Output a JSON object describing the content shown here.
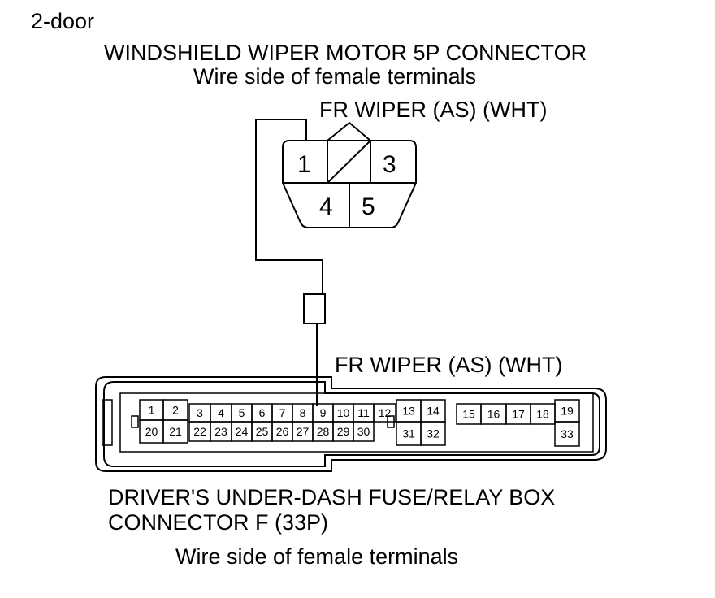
{
  "variant_label": "2-door",
  "motor_connector": {
    "title": "WINDSHIELD WIPER MOTOR 5P CONNECTOR",
    "subtitle": "Wire side of female terminals",
    "wire_label": "FR WIPER (AS) (WHT)",
    "pins": [
      "1",
      "3",
      "4",
      "5"
    ]
  },
  "fuse_box_connector": {
    "wire_label": "FR WIPER (AS) (WHT)",
    "title_line1": "DRIVER'S UNDER-DASH FUSE/RELAY BOX",
    "title_line2": "CONNECTOR F (33P)",
    "subtitle": "Wire side of female terminals",
    "pins": [
      "1",
      "2",
      "3",
      "4",
      "5",
      "6",
      "7",
      "8",
      "9",
      "10",
      "11",
      "12",
      "13",
      "14",
      "15",
      "16",
      "17",
      "18",
      "19",
      "20",
      "21",
      "22",
      "23",
      "24",
      "25",
      "26",
      "27",
      "28",
      "29",
      "30",
      "31",
      "32",
      "33"
    ]
  },
  "colors": {
    "line": "#000000",
    "background": "#ffffff"
  }
}
